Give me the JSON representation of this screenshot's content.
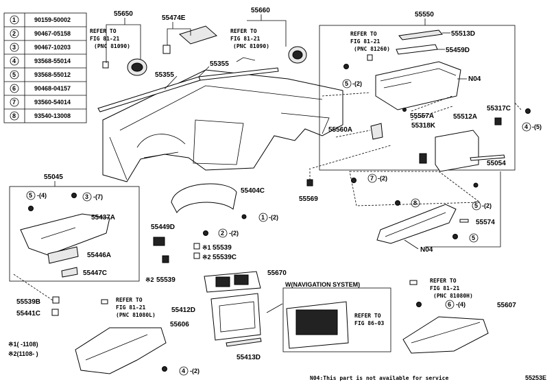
{
  "parts_table": [
    {
      "num": "1",
      "code": "90159-50002"
    },
    {
      "num": "2",
      "code": "90467-05158"
    },
    {
      "num": "3",
      "code": "90467-10203"
    },
    {
      "num": "4",
      "code": "93568-55014"
    },
    {
      "num": "5",
      "code": "93568-55012"
    },
    {
      "num": "6",
      "code": "90468-04157"
    },
    {
      "num": "7",
      "code": "93560-54014"
    },
    {
      "num": "8",
      "code": "93540-13008"
    }
  ],
  "labels": {
    "p55650": "55650",
    "p55474E": "55474E",
    "p55660": "55660",
    "p55550": "55550",
    "p55513D": "55513D",
    "p55459D": "55459D",
    "p55355a": "55355",
    "p55355b": "55355",
    "N04a": "N04",
    "p55557A": "55557A",
    "p55317C": "55317C",
    "p55512A": "55512A",
    "p55560A": "55560A",
    "p55318K": "55318K",
    "p55054": "55054",
    "p55045": "55045",
    "p55404C": "55404C",
    "p55569": "55569",
    "p55437A": "55437A",
    "p55449D": "55449D",
    "p55574": "55574",
    "p55446A": "55446A",
    "p55539a": "55539",
    "p55539C": "55539C",
    "N04b": "N04",
    "p55447C": "55447C",
    "p55539b": "55539",
    "p55670": "55670",
    "p55539B": "55539B",
    "p55441C": "55441C",
    "p55412D": "55412D",
    "p55606": "55606",
    "p55607": "55607",
    "p55413D": "55413D"
  },
  "mark1": "※1",
  "mark2": "※2",
  "refs": {
    "r1": [
      "REFER TO",
      "FIG 81-21",
      "(PNC 81090)"
    ],
    "r2": [
      "REFER TO",
      "FIG 81-21",
      "(PNC 81090)"
    ],
    "r3": [
      "REFER TO",
      "FIG 81-21",
      "(PNC 81260)"
    ],
    "r4": [
      "REFER TO",
      "FIG 81-21",
      "(PNC 81080L)"
    ],
    "r5": [
      "REFER TO",
      "FIG 81-21",
      "(PNC 81080H)"
    ],
    "r6": [
      "REFER TO",
      "FIG 86-03"
    ]
  },
  "qty": {
    "q4a": "-(4)",
    "q3a": "-(7)",
    "q5a": "-(2)",
    "q4b": "-(5)",
    "q7": "-(2)",
    "q5b": "-(2)",
    "q2a": "-(2)",
    "q1": "-(2)",
    "q4c": "-(2)",
    "q6": "-(4)"
  },
  "nav_title": "W(NAVIGATION SYSTEM)",
  "legend1": "※1(     -1108)",
  "legend2": "※2(1108-      )",
  "note": "N04:This part is not available for service",
  "fig_id": "55253E"
}
